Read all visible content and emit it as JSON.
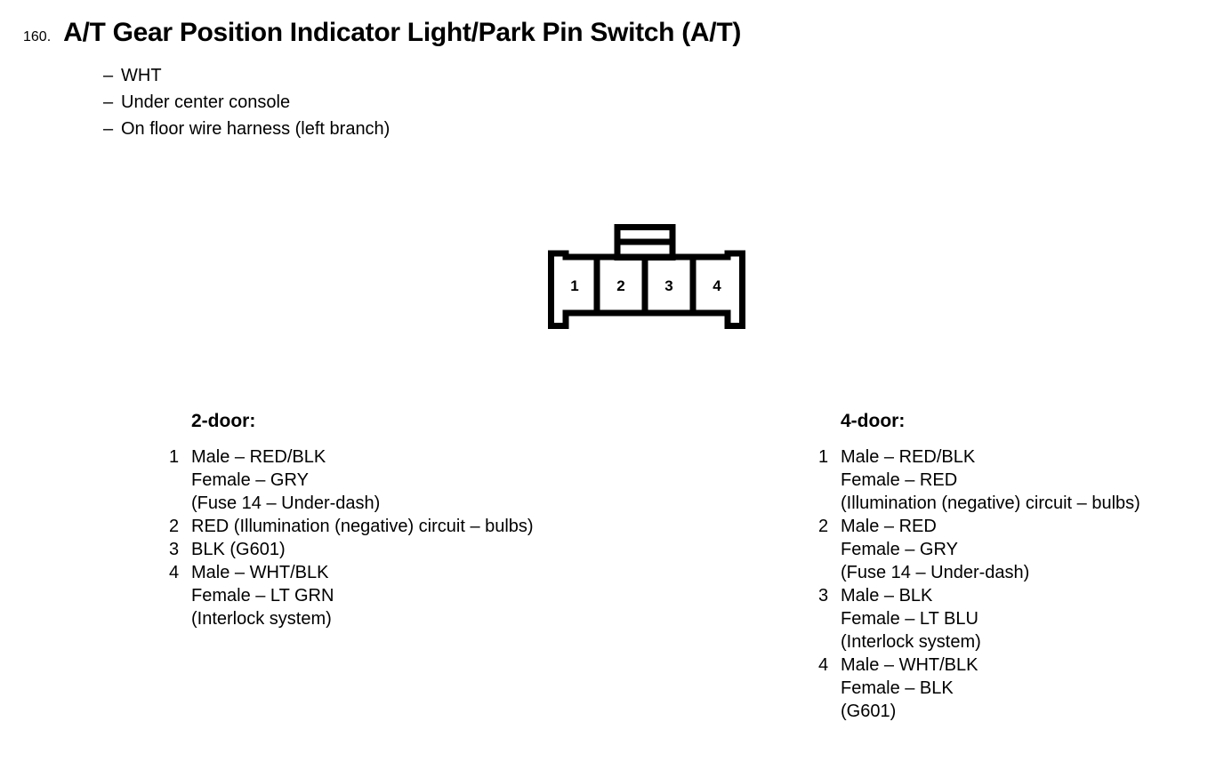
{
  "header": {
    "number": "160.",
    "title": "A/T Gear Position Indicator Light/Park Pin Switch (A/T)",
    "dash": "–",
    "bullets": [
      "WHT",
      "Under center console",
      "On floor wire harness (left branch)"
    ]
  },
  "connector": {
    "name": "4-pin-connector",
    "pins": [
      "1",
      "2",
      "3",
      "4"
    ]
  },
  "columns": [
    {
      "heading": "2-door:",
      "entries": [
        {
          "index": "1",
          "lines": [
            "Male – RED/BLK",
            "Female – GRY",
            "(Fuse 14 – Under-dash)"
          ]
        },
        {
          "index": "2",
          "lines": [
            "RED (Illumination (negative) circuit – bulbs)"
          ]
        },
        {
          "index": "3",
          "lines": [
            "BLK (G601)"
          ]
        },
        {
          "index": "4",
          "lines": [
            "Male – WHT/BLK",
            "Female – LT GRN",
            "(Interlock system)"
          ]
        }
      ]
    },
    {
      "heading": "4-door:",
      "entries": [
        {
          "index": "1",
          "lines": [
            "Male – RED/BLK",
            "Female – RED",
            "(Illumination (negative) circuit – bulbs)"
          ]
        },
        {
          "index": "2",
          "lines": [
            "Male – RED",
            "Female – GRY",
            "(Fuse 14 – Under-dash)"
          ]
        },
        {
          "index": "3",
          "lines": [
            "Male – BLK",
            "Female – LT BLU",
            "(Interlock system)"
          ]
        },
        {
          "index": "4",
          "lines": [
            "Male – WHT/BLK",
            "Female – BLK",
            "(G601)"
          ]
        }
      ]
    }
  ],
  "colors": {
    "ink": "#000000",
    "paper": "#ffffff"
  }
}
